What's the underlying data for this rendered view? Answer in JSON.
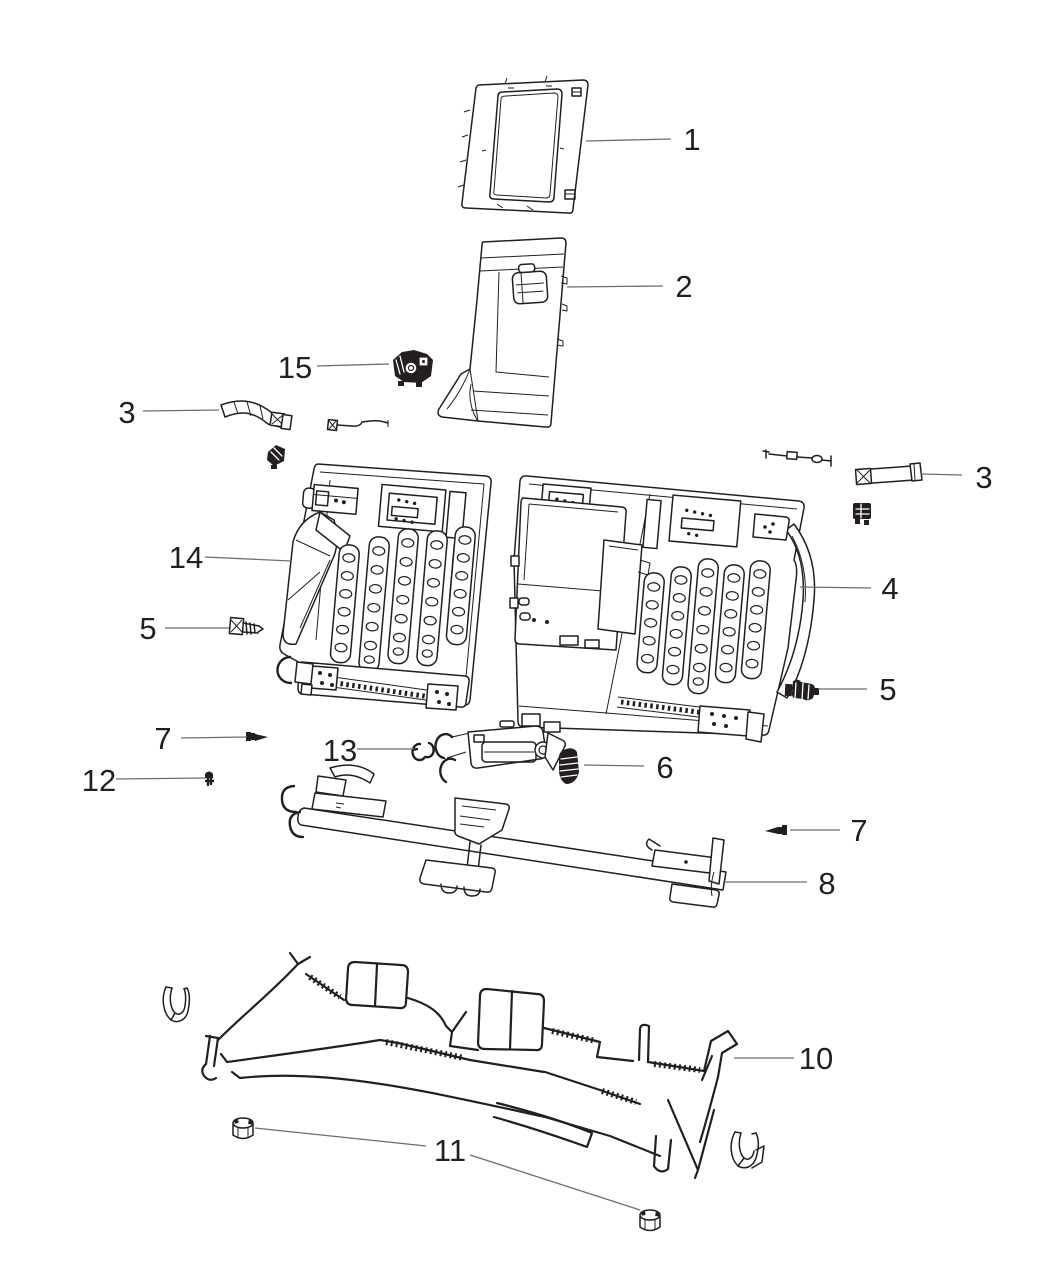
{
  "diagram": {
    "type": "exploded-parts-diagram",
    "callouts": [
      {
        "part": "back-panel-bezel",
        "label": "1"
      },
      {
        "part": "armrest-back-panel",
        "label": "2"
      },
      {
        "part": "strap-left",
        "label": "3"
      },
      {
        "part": "strap-right",
        "label": "3"
      },
      {
        "part": "seatback-frame-right",
        "label": "4"
      },
      {
        "part": "pivot-bolt-left",
        "label": "5"
      },
      {
        "part": "pivot-bolt-right",
        "label": "5"
      },
      {
        "part": "grommet",
        "label": "6"
      },
      {
        "part": "screw-left",
        "label": "7"
      },
      {
        "part": "screw-right",
        "label": "7"
      },
      {
        "part": "crossmember",
        "label": "8"
      },
      {
        "part": "wire-frame",
        "label": "10"
      },
      {
        "part": "cup-grommets",
        "label": "11"
      },
      {
        "part": "push-pin",
        "label": "12"
      },
      {
        "part": "retainer-clip",
        "label": "13"
      },
      {
        "part": "seatback-frame-left",
        "label": "14"
      },
      {
        "part": "latch",
        "label": "15"
      }
    ]
  },
  "colors": {
    "line": "#231f20",
    "leader": "#6d6e71",
    "background": "#ffffff"
  }
}
